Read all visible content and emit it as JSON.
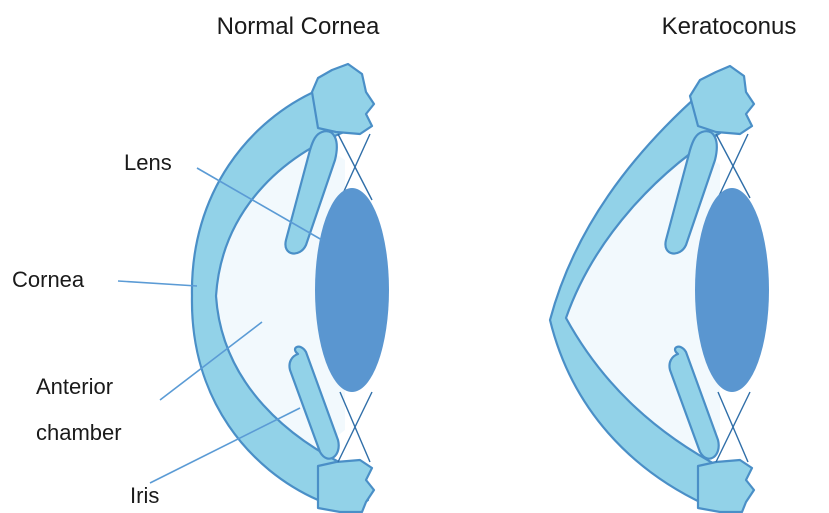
{
  "titles": {
    "normal": "Normal Cornea",
    "keratoconus": "Keratoconus"
  },
  "labels": {
    "lens": "Lens",
    "cornea": "Cornea",
    "anterior_line1": "Anterior",
    "anterior_line2": "chamber",
    "iris": "Iris"
  },
  "colors": {
    "tissue": "#92d2e8",
    "tissue_outline": "#4a8fc7",
    "chamber": "#f2f9fd",
    "lens": "#5a96d0",
    "leader": "#5b9bd5"
  }
}
